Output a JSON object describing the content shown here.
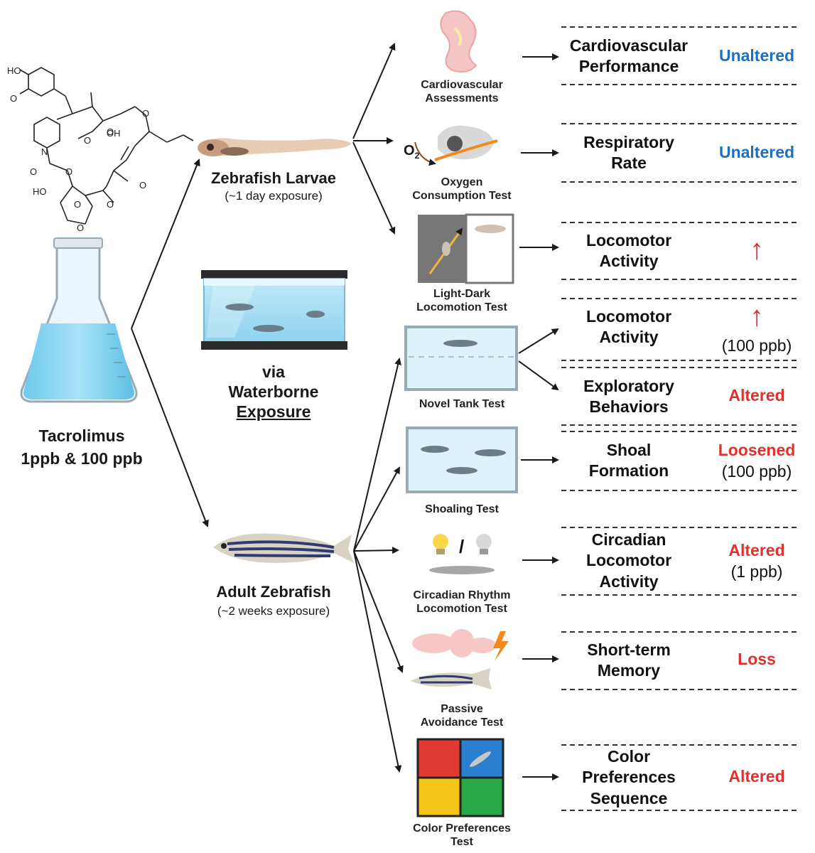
{
  "compound": {
    "name": "Tacrolimus",
    "doses": "1ppb & 100 ppb"
  },
  "exposure": {
    "via": "via",
    "method": "Waterborne",
    "method2": "Exposure"
  },
  "groups": {
    "larvae": {
      "title": "Zebrafish Larvae",
      "subtitle": "(~1 day exposure)"
    },
    "adult": {
      "title": "Adult Zebrafish",
      "subtitle": "(~2 weeks exposure)"
    }
  },
  "chem_labels": [
    "HO",
    "O",
    "N",
    "O",
    "O",
    "O",
    "O",
    "HO",
    "O",
    "OH",
    "O",
    "O",
    "O",
    "O"
  ],
  "oxygen_symbol": "O",
  "oxygen_sub": "2",
  "tests": [
    {
      "label": "Cardiovascular\nAssessments"
    },
    {
      "label": "Oxygen\nConsumption Test"
    },
    {
      "label": "Light-Dark\nLocomotion Test"
    },
    {
      "label": "Novel Tank Test"
    },
    {
      "label": "Shoaling Test"
    },
    {
      "label": "Circadian Rhythm\nLocomotion Test"
    },
    {
      "label": "Passive\nAvoidance Test"
    },
    {
      "label": "Color Preferences\nTest"
    }
  ],
  "circadian_separator": "/",
  "outcomes": [
    {
      "label": "Cardiovascular\nPerformance",
      "result": "Unaltered",
      "result_color": "#1f6fbf"
    },
    {
      "label": "Respiratory\nRate",
      "result": "Unaltered",
      "result_color": "#1f6fbf"
    },
    {
      "label": "Locomotor\nActivity",
      "result": "↑",
      "result_color": "#e0312c"
    },
    {
      "label": "Locomotor\nActivity",
      "result": "↑",
      "result_note": "(100 ppb)",
      "result_color": "#e0312c"
    },
    {
      "label": "Exploratory\nBehaviors",
      "result": "Altered",
      "result_color": "#e0312c"
    },
    {
      "label": "Shoal\nFormation",
      "result": "Loosened",
      "result_note": "(100 ppb)",
      "result_color": "#e0312c"
    },
    {
      "label": "Circadian\nLocomotor\nActivity",
      "result": "Altered",
      "result_note": "(1 ppb)",
      "result_color": "#e0312c"
    },
    {
      "label": "Short-term\nMemory",
      "result": "Loss",
      "result_color": "#e0312c"
    },
    {
      "label": "Color\nPreferences\nSequence",
      "result": "Altered",
      "result_color": "#e0312c"
    }
  ]
}
